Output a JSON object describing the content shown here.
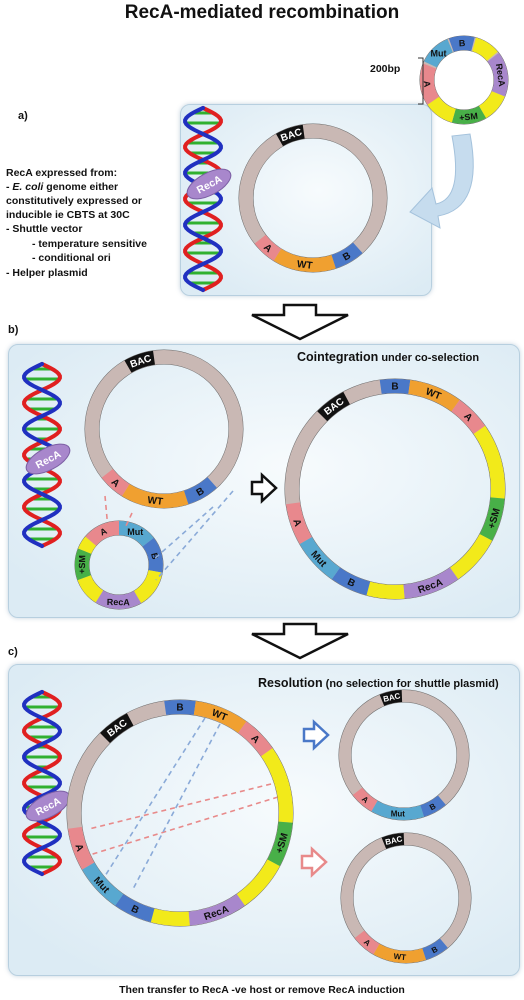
{
  "title": "RecA-mediated recombination",
  "scale_label": "200bp",
  "panels": {
    "a": {
      "label": "a)"
    },
    "b": {
      "label": "b)",
      "caption_bold": "Cointegration",
      "caption_rest": "under co-selection"
    },
    "c": {
      "label": "c)",
      "caption_bold": "Resolution",
      "caption_rest": "(no selection for shuttle plasmid)"
    }
  },
  "notes": {
    "line1": "RecA expressed from:",
    "line2_italic": "E. coli",
    "line2_rest": " genome either",
    "line3": "constitutively expressed or",
    "line4": "inducible ie CBTS at 30C",
    "line5": "- Shuttle vector",
    "line6": "- temperature sensitive",
    "line7": "- conditional ori",
    "line8": "- Helper plasmid"
  },
  "footer": "Then transfer to RecA -ve host or remove RecA induction",
  "segment_labels": {
    "bac": "BAC",
    "a": "A",
    "b": "B",
    "wt": "WT",
    "mut": "Mut",
    "sm": "+SM",
    "reca": "RecA"
  },
  "colors": {
    "backbone": "#c9b8b4",
    "bac": "#111111",
    "a": "#e8888d",
    "b": "#4a78c8",
    "wt": "#f0a030",
    "mut": "#58a8d0",
    "sm": "#48b048",
    "yellow": "#f2ea1a",
    "reca": "#a887cc",
    "dna_red": "#e02020",
    "dna_blue": "#2030c0",
    "dna_green": "#30b030"
  }
}
